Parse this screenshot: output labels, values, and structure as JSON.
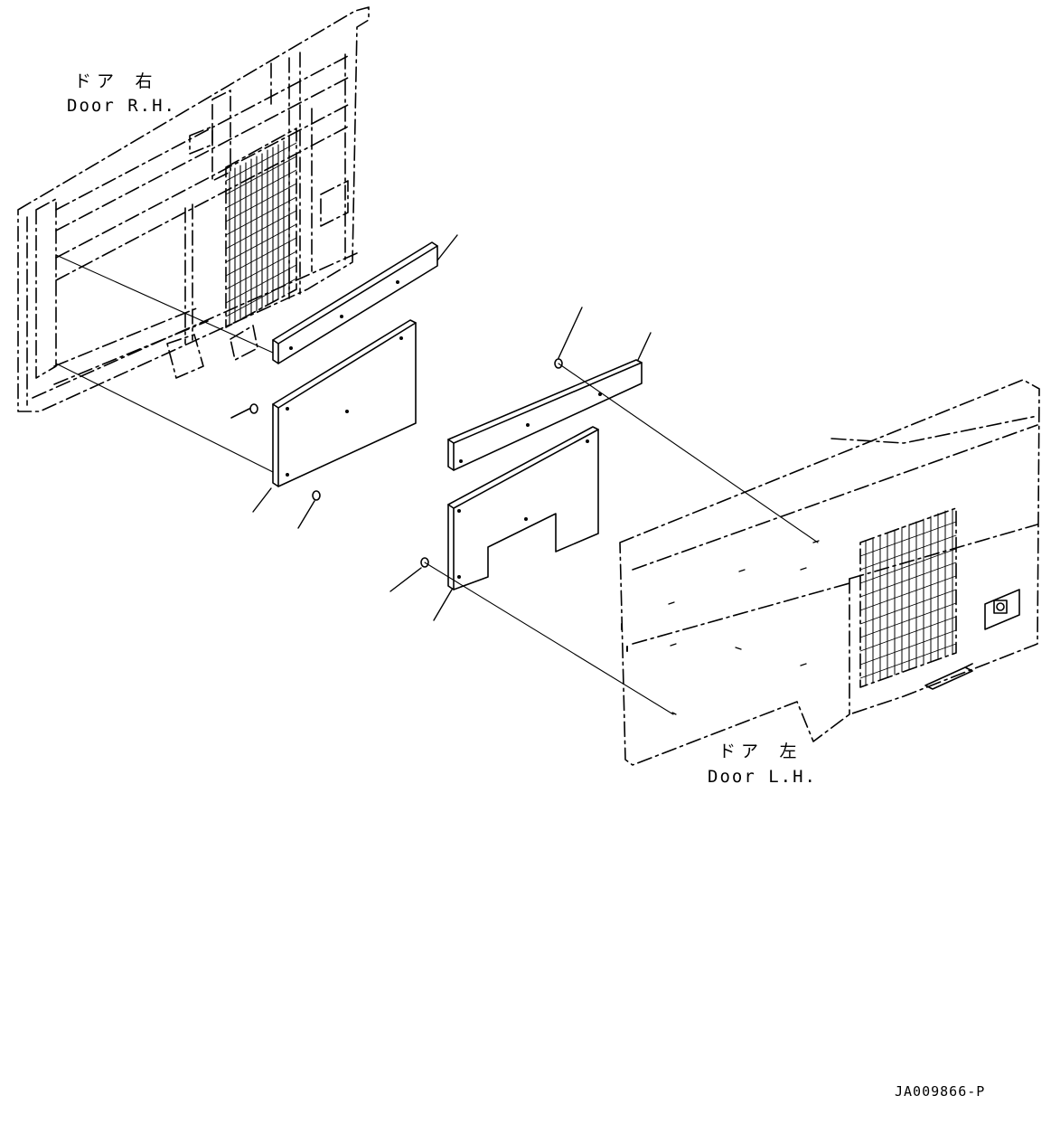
{
  "labels": {
    "door_rh_jp": "ドア 右",
    "door_rh_en": "Door R.H.",
    "door_lh_jp": "ドア 左",
    "door_lh_en": "Door L.H."
  },
  "drawing_number": "JA009866-P",
  "parts": [
    {
      "part": "seal-strip-upper-right-door",
      "shape": "long rectangular pad"
    },
    {
      "part": "seal-pad-lower-right-door",
      "shape": "rectangular pad"
    },
    {
      "part": "seal-strip-upper-left-door",
      "shape": "long rectangular pad"
    },
    {
      "part": "seal-pad-lower-left-door",
      "shape": "pad with rectangular notch"
    },
    {
      "part": "clip",
      "count": 4
    }
  ],
  "colors": {
    "line": "#000000",
    "background": "#ffffff"
  }
}
